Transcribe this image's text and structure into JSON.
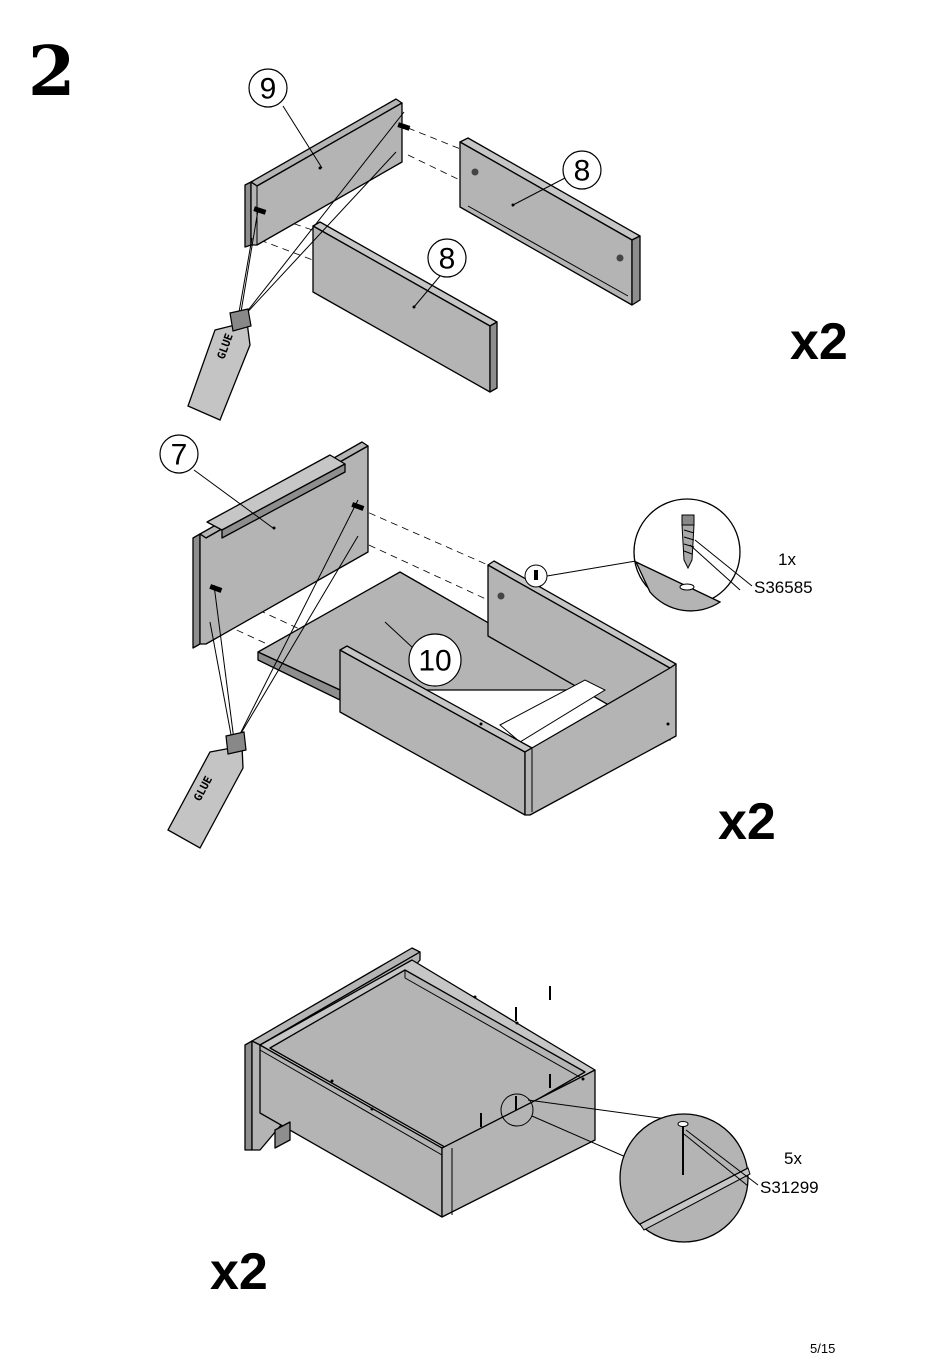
{
  "step": {
    "number": "2"
  },
  "panels": [
    {
      "multiplier": "x2",
      "labels": [
        "9",
        "8",
        "8"
      ],
      "glue_text": "GLUE"
    },
    {
      "multiplier": "x2",
      "labels": [
        "7",
        "10"
      ],
      "glue_text": "GLUE",
      "hardware": {
        "qty": "1x",
        "code": "S36585"
      }
    },
    {
      "multiplier": "x2",
      "hardware": {
        "qty": "5x",
        "code": "S31299"
      }
    }
  ],
  "footer": {
    "page": "5/15"
  },
  "colors": {
    "panel_fill": "#b4b4b4",
    "panel_light": "#c6c6c6",
    "panel_dark": "#8e8e8e",
    "line": "#000000",
    "ink": "#000000"
  }
}
